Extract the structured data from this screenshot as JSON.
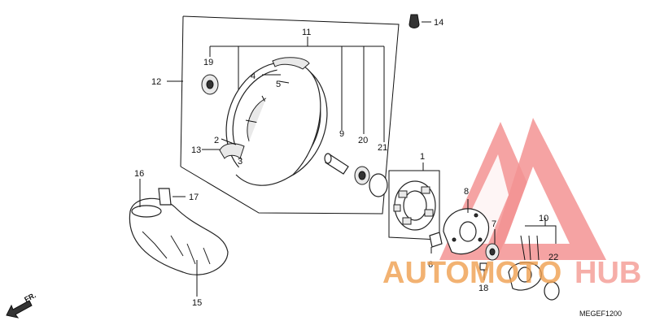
{
  "diagram_code": "MEGEF1200",
  "direction_label": "FR.",
  "watermark": {
    "part1": "AUTOMOTO",
    "part2": "HUB",
    "color_primary": "#f0a050",
    "color_secondary": "#f5a09a",
    "logo_color": "#f07070"
  },
  "callouts": [
    "1",
    "2",
    "3",
    "4",
    "5",
    "6",
    "7",
    "8",
    "9",
    "10",
    "11",
    "12",
    "13",
    "14",
    "15",
    "16",
    "17",
    "18",
    "19",
    "20",
    "21",
    "22"
  ]
}
